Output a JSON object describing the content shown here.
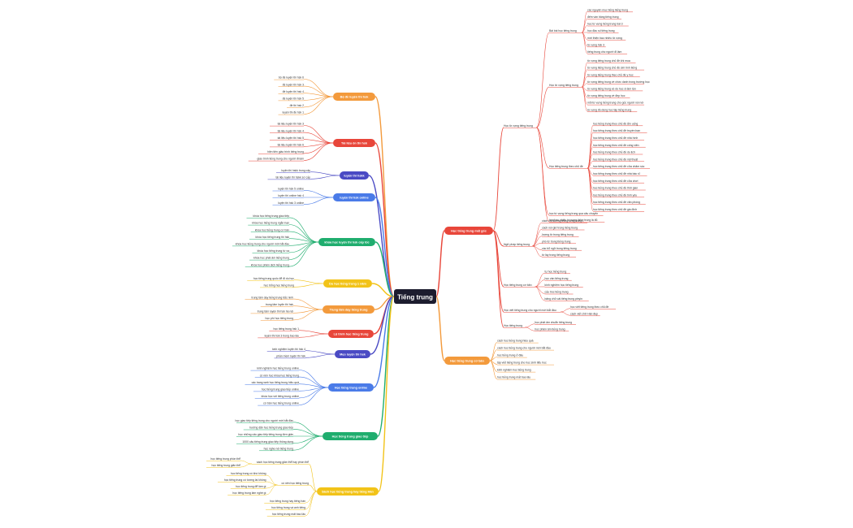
{
  "central": {
    "label": "Tiếng trung"
  },
  "right_branches": [
    {
      "label": "Học tiếng trung mất gốc",
      "color": "#e8463a",
      "children": [
        {
          "label": "Học từ vựng tiếng trung",
          "color": "#e8463a",
          "children": [
            {
              "label": "Bài bài học tiếng trung",
              "children": [
                "các nguyên mục tiếng tiếng trung",
                "đếm vần bảng tiếng trung",
                "học từ vựng tiếng trung bài 3",
                "học đầu số tiếng trung",
                "mới thiện bao nhiêu từ vựng",
                "từ vựng hsk 3",
                "tiếng trung cho người đi làm"
              ]
            },
            {
              "label": "Học từ vựng tiếng trung",
              "children": [
                "từ vựng tiếng trung chủ đề khi mua",
                "từ vựng tiếng trung chủ đề sim tình tiếng",
                "từ vựng tiếng trung theo chủ đề y học",
                "từ vựng tiếng trung về chức danh trong trường học",
                "từ vựng tiếng trung về do học & lầm lần",
                "từ vựng tiếng trung về đẹp học",
                "mỗi từ vựng tiếng trung cho gốc người nói nói",
                "từ vựng đồ dùng học tập tiếng trung"
              ]
            },
            {
              "label": "Học tiếng trung theo chủ đề",
              "children": [
                "học tiếng trung theo chủ đề ẩm uống",
                "học tiếng trung theo chủ đề truyền bạn",
                "học tiếng trung theo chủ đề nhà hình",
                "học tiếng trung theo chủ đề cống viên",
                "học tiếng trung theo chủ đề du lịch",
                "học tiếng trung theo chủ đề mỹ thuật",
                "học tiếng trung theo chủ đề cửa chăm sóc",
                "học tiếng trung theo chủ đề nhà bác sĩ",
                "học tiếng trung theo chủ đề cửa chơi",
                "học tiếng trung theo chủ đề thời gian",
                "học tiếng trung theo chủ đề tình yêu",
                "học tiếng trung theo chủ đề văn phòng",
                "học tiếng trung theo chủ đề gia đình"
              ]
            },
            {
              "label": "học từ vựng tiếng trung qua câu chuyện",
              "children": []
            },
            {
              "label": "học bao nhiêu từ vựng tiếng trung là đủ",
              "children": []
            }
          ]
        },
        {
          "label": "Ngữ pháp tiếng trung",
          "color": "#e8463a",
          "children": [
            {
              "label": "cách chỉ đường trong tiếng trung",
              "children": []
            },
            {
              "label": "cách nói giờ trong tiếng trung",
              "children": []
            },
            {
              "label": "lượng từ trong tiếng trung",
              "children": []
            },
            {
              "label": "phó từ trong tiếng trung",
              "children": []
            },
            {
              "label": "các bổ ngữ trong tiếng trung",
              "children": []
            },
            {
              "label": "từ láy trong tiếng trung",
              "children": []
            }
          ]
        },
        {
          "label": "Học tiếng trung cơ bản",
          "color": "#e8463a",
          "children": [
            {
              "label": "tự học tiếng trung",
              "children": []
            },
            {
              "label": "học vần tiếng trung",
              "children": []
            },
            {
              "label": "kinh nghiệm học tiếng trung",
              "children": []
            },
            {
              "label": "cấu trúc tiếng trung",
              "children": []
            },
            {
              "label": "bảng chữ cái tiếng trung pinyin",
              "children": []
            }
          ]
        },
        {
          "label": "Học viết tiếng trung cho người mới bắt đầu",
          "color": "#e8463a",
          "children": [
            {
              "label": "học viết tiếng trung theo chủ đề",
              "children": []
            },
            {
              "label": "cách viết chữ Hán đẹp",
              "children": []
            }
          ]
        },
        {
          "label": "Học tiếng trung",
          "color": "#e8463a",
          "children": [
            {
              "label": "học phát âm chuẩn tiếng trung",
              "children": []
            },
            {
              "label": "học phiên âm tiếng trung",
              "children": []
            }
          ]
        }
      ]
    },
    {
      "label": "Học tiếng trung cơ bản",
      "color": "#f39a3c",
      "children": [
        {
          "label": "cách học tiếng trung hiệu quả",
          "children": []
        },
        {
          "label": "cách học tiếng trung cho người mới bắt đầu",
          "children": []
        },
        {
          "label": "học tiếng trung ở đâu",
          "children": []
        },
        {
          "label": "tập viết tiếng trung cho học sinh tiểu học",
          "children": []
        },
        {
          "label": "kinh nghiệm học tiếng trung",
          "children": []
        },
        {
          "label": "học tiếng trung mất bao lâu",
          "children": []
        }
      ]
    }
  ],
  "left_branches": [
    {
      "label": "Bộ đề luyện thi hsk",
      "color": "#f39a3c",
      "children": [
        "bộ đề luyện thi hsk 6",
        "đề luyện thi hsk 3",
        "đề luyện thi hsk 4",
        "đề luyện thi hsk 5",
        "đề thi hsk 2",
        "luyện thi đề hsk 1"
      ]
    },
    {
      "label": "Tài liệu ôn thi hsk",
      "color": "#e8463a",
      "children": [
        "tài liệu luyện thi hsk 3",
        "tài liệu luyện thi hsk 4",
        "tài liệu luyện thi hsk 5",
        "tài liệu luyện thi hsk 6",
        "hiện tiên giáo trình tiếng trung",
        "giáo trình tiếng trung cho người đi làm"
      ]
    },
    {
      "label": "luyện thi hskk",
      "color": "#4a4ac4",
      "children": [
        "luyện thi hskk trung cấp",
        "tài liệu luyện thi hskk sơ cấp"
      ]
    },
    {
      "label": "luyện thi hsk online",
      "color": "#4a7be8",
      "children": [
        "luyện thi hsk 5 online",
        "luyện thi online hsk 4",
        "luyện thi hsk 3 online"
      ]
    },
    {
      "label": "khóa học luyện thi hsk cấp tốc",
      "color": "#1fad6e",
      "children": [
        "khóa học tiếng trung giao tiếp",
        "khóa học tiếng trung ngắn hạn",
        "khóa học tiếng trung cơ bản",
        "khóa học tiếng trung thi hsk",
        "khóa học tiếng trung cho người mới bắt đầu",
        "khóa học tiếng trung từ xa",
        "khóa học phát âm tiếng trung",
        "khóa học phiên dịch tiếng trung"
      ]
    },
    {
      "label": "Du học tiếng trung 1 năm",
      "color": "#f2c318",
      "children": [
        "học tiếng trung quốc để đi du học",
        "học bổng học tiếng trung"
      ]
    },
    {
      "label": "Trung tâm dạy tiếng trung",
      "color": "#f39a3c",
      "children": [
        "trung tâm dạy tiếng trung bắc ninh",
        "trung tâm luyện thi hsk",
        "trung tâm luyện thi hsk hà nội",
        "học phí học tiếng trung"
      ]
    },
    {
      "label": "Lộ trình học tiếng trung",
      "color": "#e8463a",
      "children": [
        "học tiếng trung hsk 1",
        "luyện thi hsk 3 trong bao lâu"
      ]
    },
    {
      "label": "Mẹo luyện thi hsk",
      "color": "#4a4ac4",
      "children": [
        "kinh nghiệm luyện thi hsk 4",
        "phần mềm luyện thi hsk"
      ]
    },
    {
      "label": "Học tiếng trung online",
      "color": "#4a7be8",
      "children": [
        "kinh nghiệm học tiếng trung online",
        "có nên học khóa học tiếng trung",
        "các trang web học tiếng trung hiệu quả",
        "học tiếng trung giao tiếp online",
        "khóa học với tiếng trung online",
        "cơ bản học tiếng trung online"
      ]
    },
    {
      "label": "Học tiếng trung giao tiếp",
      "color": "#1fad6e",
      "children": [
        "học giao tiếp tiếng trung cho người mới bắt đầu",
        "hướng dẫn học tiếng trung giao tiếp",
        "học những câu giao tiếp tiếng trung đơn giản",
        "1000 câu tiếng trung giao tiếp thông dụng",
        "học nghe nói tiếng trung"
      ]
    },
    {
      "label": "Sách học tiếng trung hay tiếng Hán",
      "color": "#f2c318",
      "groups": [
        {
          "label": "sách học tiếng trung giản thể hay phồn thể",
          "children": [
            "học tiếng trung phồn thể",
            "học tiếng trung giản thể"
          ]
        },
        {
          "label": "có nên học tiếng trung",
          "children": [
            "học tiếng trung có khó không",
            "học tiếng trung có tương lai không",
            "học tiếng trung để làm gì",
            "học tiếng trung làm nghề gì"
          ]
        },
        {
          "label": "",
          "children": [
            "học tiếng trung hay tiếng hàn",
            "học tiếng trung và anh tiếng",
            "học tiếng trung mất bao lâu"
          ]
        }
      ]
    }
  ]
}
